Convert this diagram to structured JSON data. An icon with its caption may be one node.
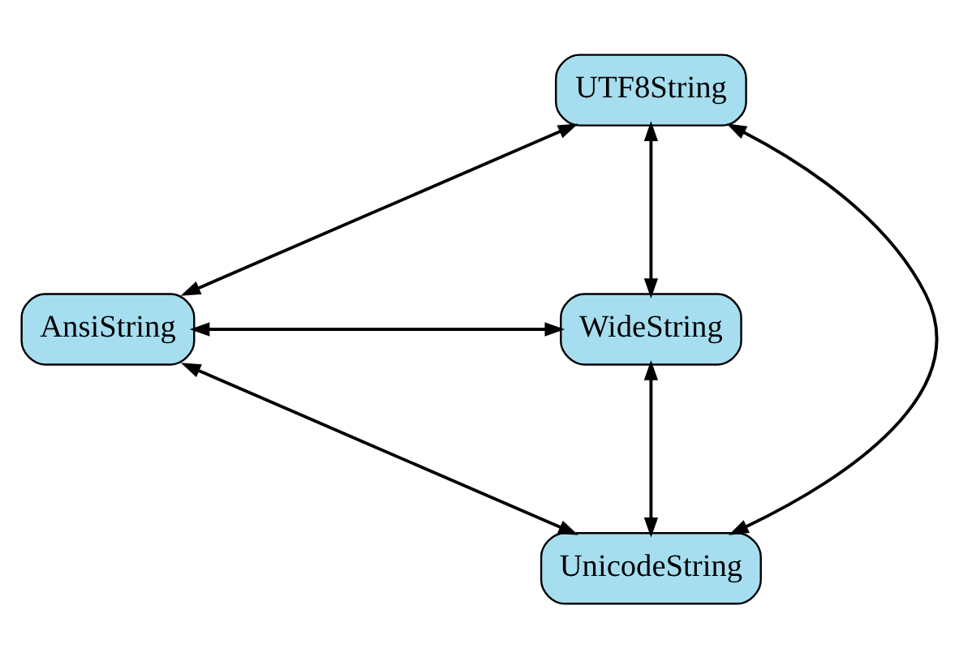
{
  "diagram": {
    "nodes": [
      {
        "text": [
          "UTF8String"
        ]
      },
      {
        "text": [
          "AnsiString"
        ]
      },
      {
        "text": [
          "WideString"
        ]
      },
      {
        "text": [
          "UnicodeString"
        ]
      }
    ],
    "edges": [
      {
        "from": 0,
        "to": 1,
        "arrow": "both"
      },
      {
        "from": 0,
        "to": 2,
        "arrow": "both"
      },
      {
        "from": 0,
        "to": 3,
        "arrow": "both"
      },
      {
        "from": 1,
        "to": 2,
        "arrow": "both"
      },
      {
        "from": 1,
        "to": 3,
        "arrow": "both"
      },
      {
        "from": 2,
        "to": 3,
        "arrow": "both"
      }
    ]
  }
}
